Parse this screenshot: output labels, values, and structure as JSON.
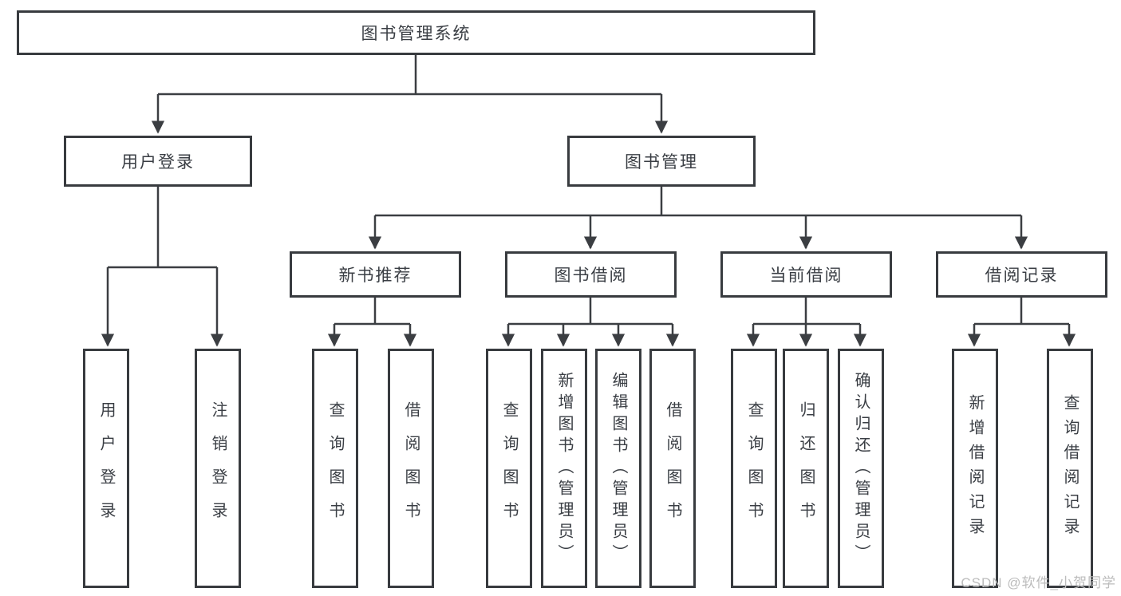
{
  "tree": {
    "root": "图书管理系统",
    "children": [
      {
        "label": "用户登录",
        "children": [
          {
            "label": "用户登录"
          },
          {
            "label": "注销登录"
          }
        ]
      },
      {
        "label": "图书管理",
        "children": [
          {
            "label": "新书推荐",
            "children": [
              {
                "label": "查询图书"
              },
              {
                "label": "借阅图书"
              }
            ]
          },
          {
            "label": "图书借阅",
            "children": [
              {
                "label": "查询图书"
              },
              {
                "label": "新增图书（管理员）"
              },
              {
                "label": "编辑图书（管理员）"
              },
              {
                "label": "借阅图书"
              }
            ]
          },
          {
            "label": "当前借阅",
            "children": [
              {
                "label": "查询图书"
              },
              {
                "label": "归还图书"
              },
              {
                "label": "确认归还（管理员）"
              }
            ]
          },
          {
            "label": "借阅记录",
            "children": [
              {
                "label": "新增借阅记录"
              },
              {
                "label": "查询借阅记录"
              }
            ]
          }
        ]
      }
    ]
  },
  "watermark": "CSDN @软件_小贺同学",
  "colors": {
    "line": "#3b3e42",
    "border": "#383b3f",
    "text": "#3a3e44",
    "watermark_text": "#bcbcbc",
    "background": "#ffffff"
  }
}
